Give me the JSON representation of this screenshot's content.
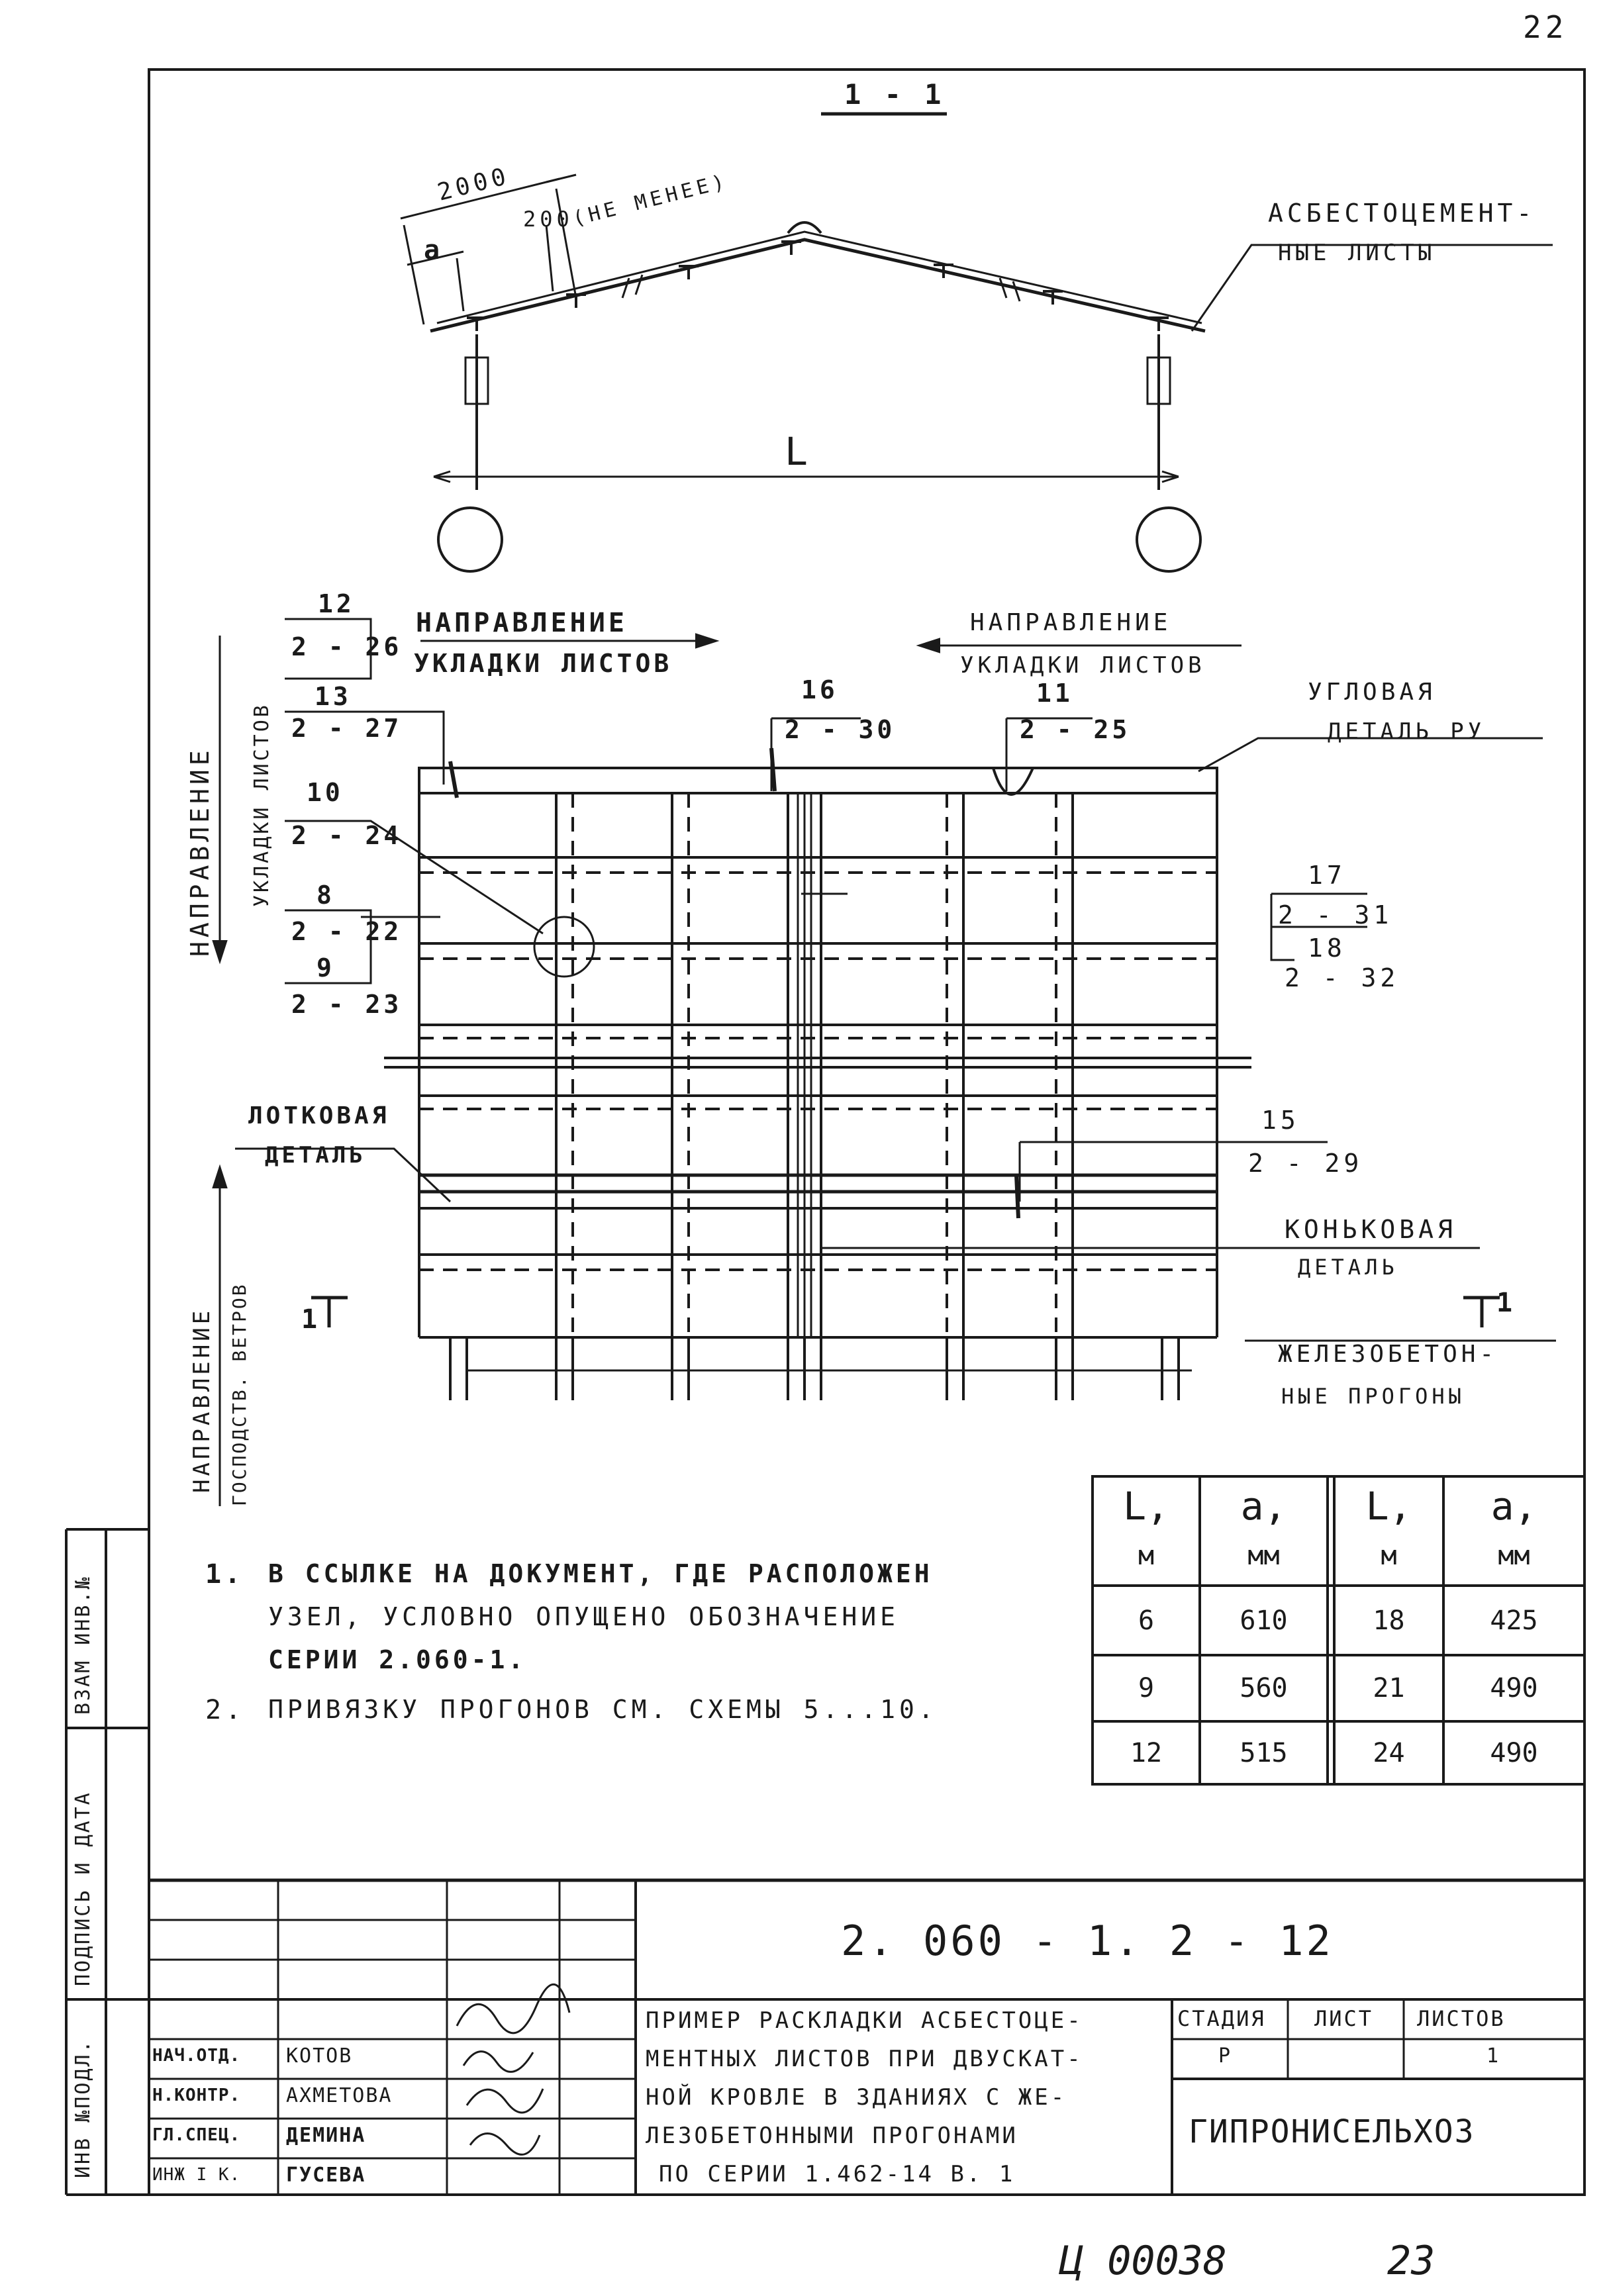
{
  "page_number_top": "22",
  "page_number_bottom": "23",
  "archive_code": "Ц 00038",
  "section": {
    "label": "1 - 1",
    "dim_2000": "2000",
    "dim_200": "200",
    "dim_200_note": "(НЕ МЕНЕЕ)",
    "dim_a": "a",
    "span": "L",
    "sheets_label_1": "АСБЕСТОЦЕМЕНТ-",
    "sheets_label_2": "НЫЕ ЛИСТЫ"
  },
  "plan": {
    "dir_left_1": "НАПРАВЛЕНИЕ",
    "dir_left_2": "УКЛАДКИ ЛИСТОВ",
    "dir_right_1": "НАПРАВЛЕНИЕ",
    "dir_right_2": "УКЛАДКИ ЛИСТОВ",
    "vertical_dir_1": "НАПРАВЛЕНИЕ",
    "vertical_dir_2": "УКЛАДКИ ЛИСТОВ",
    "vertical_wind_1": "НАПРАВЛЕНИЕ",
    "vertical_wind_2": "ГОСПОДСТВ. ВЕТРОВ",
    "corner_1": "УГЛОВАЯ",
    "corner_2": "ДЕТАЛЬ РУ",
    "gutter_1": "ЛОТКОВАЯ",
    "gutter_2": "ДЕТАЛЬ",
    "ridge_1": "КОНЬКОВАЯ",
    "ridge_2": "ДЕТАЛЬ",
    "purlins_1": "ЖЕЛЕЗОБЕТОН-",
    "purlins_2": "НЫЕ ПРОГОНЫ",
    "cut_left": "1",
    "cut_right": "1",
    "refs": [
      {
        "num": "12",
        "sheet": "2 - 26"
      },
      {
        "num": "13",
        "sheet": "2 - 27"
      },
      {
        "num": "10",
        "sheet": "2 - 24"
      },
      {
        "num": "8",
        "sheet": "2 - 22"
      },
      {
        "num": "9",
        "sheet": "2 - 23"
      },
      {
        "num": "16",
        "sheet": "2 - 30"
      },
      {
        "num": "11",
        "sheet": "2 - 25"
      },
      {
        "num": "17",
        "sheet": "2 - 31"
      },
      {
        "num": "18",
        "sheet": "2 - 32"
      },
      {
        "num": "15",
        "sheet": "2 - 29"
      }
    ]
  },
  "table": {
    "headers": [
      {
        "sym": "L,",
        "unit": "м"
      },
      {
        "sym": "a,",
        "unit": "мм"
      },
      {
        "sym": "L,",
        "unit": "м"
      },
      {
        "sym": "a,",
        "unit": "мм"
      }
    ],
    "rows": [
      [
        "6",
        "610",
        "18",
        "425"
      ],
      [
        "9",
        "560",
        "21",
        "490"
      ],
      [
        "12",
        "515",
        "24",
        "490"
      ]
    ]
  },
  "notes": [
    {
      "n": "1.",
      "lines": [
        "В ССЫЛКЕ НА ДОКУМЕНТ, ГДЕ РАСПОЛОЖЕН",
        "УЗЕЛ, УСЛОВНО ОПУЩЕНО ОБОЗНАЧЕНИЕ",
        "СЕРИИ 2.060-1."
      ]
    },
    {
      "n": "2.",
      "lines": [
        "ПРИВЯЗКУ ПРОГОНОВ СМ. СХЕМЫ 5...10."
      ]
    }
  ],
  "margin_labels": {
    "inv_orig": "ИНВ №ПОДЛ.",
    "sign_date": "ПОДПИСЬ И ДАТА",
    "vzam": "ВЗАМ ИНВ.№"
  },
  "title_block": {
    "doc_code": "2. 060 - 1. 2 - 12",
    "title_lines": [
      "ПРИМЕР РАСКЛАДКИ АСБЕСТОЦЕ-",
      "МЕНТНЫХ ЛИСТОВ ПРИ ДВУСКАТ-",
      "НОЙ КРОВЛЕ В ЗДАНИЯХ С ЖЕ-",
      "ЛЕЗОБЕТОННЫМИ ПРОГОНАМИ",
      "ПО СЕРИИ 1.462-14 В. 1"
    ],
    "stage_label": "СТАДИЯ",
    "sheet_label": "ЛИСТ",
    "sheets_label": "ЛИСТОВ",
    "stage_value": "Р",
    "sheet_value": "",
    "sheets_value": "1",
    "organization": "ГИПРОНИСЕЛЬХОЗ",
    "staff": [
      {
        "role": "НАЧ.ОТД.",
        "name": "КОТОВ"
      },
      {
        "role": "Н.КОНТР.",
        "name": "АХМЕТОВА"
      },
      {
        "role": "ГЛ.СПЕЦ.",
        "name": "ДЕМИНА"
      },
      {
        "role": "ИНЖ I К.",
        "name": "ГУСЕВА"
      }
    ]
  }
}
